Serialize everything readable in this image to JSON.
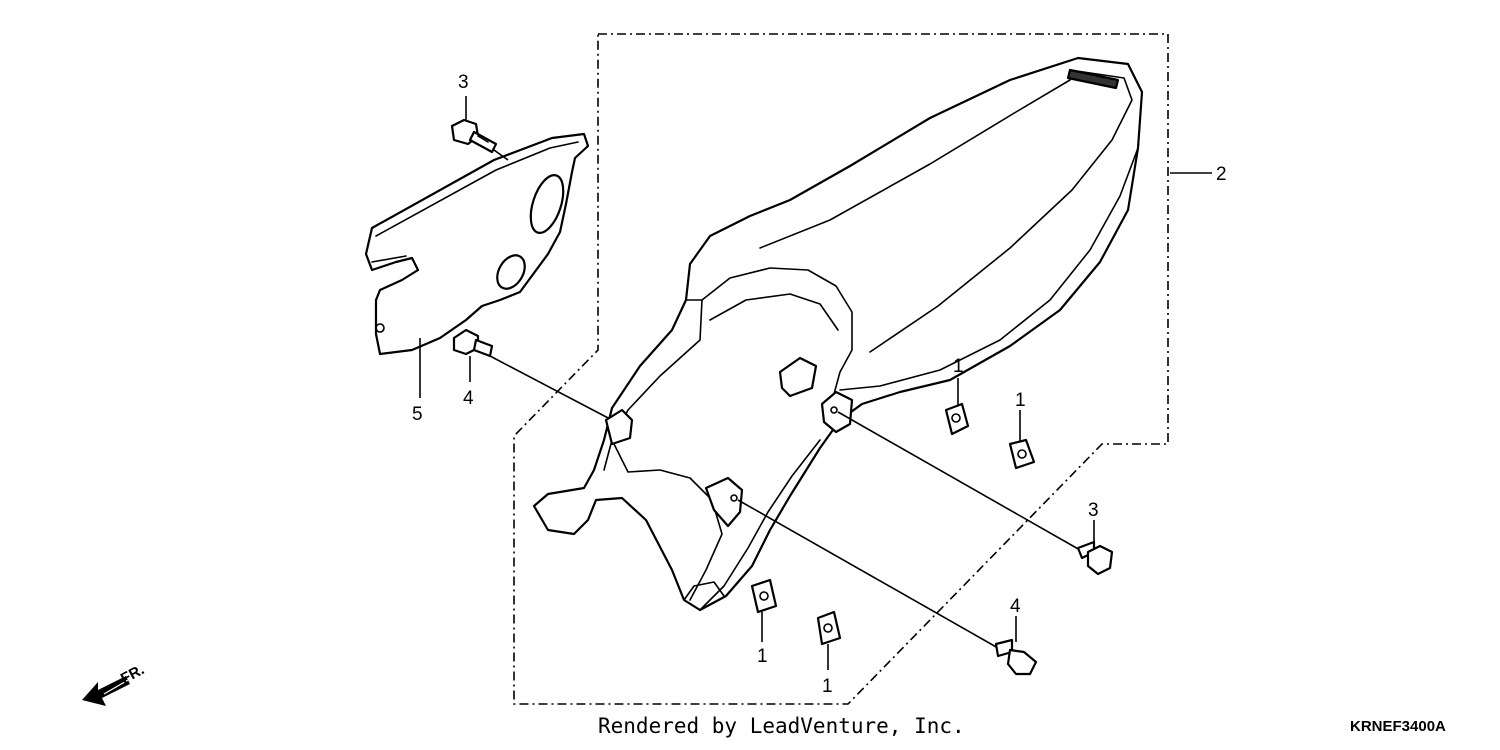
{
  "callouts": {
    "c_3_top": "3",
    "c_4_left": "4",
    "c_5": "5",
    "c_2": "2",
    "c_1_a": "1",
    "c_1_b": "1",
    "c_3_right": "3",
    "c_4_right": "4",
    "c_1_c": "1",
    "c_1_d": "1"
  },
  "direction_label": "FR.",
  "footer": {
    "credit": "Rendered by LeadVenture, Inc.",
    "diagram_code": "KRNEF3400A"
  }
}
